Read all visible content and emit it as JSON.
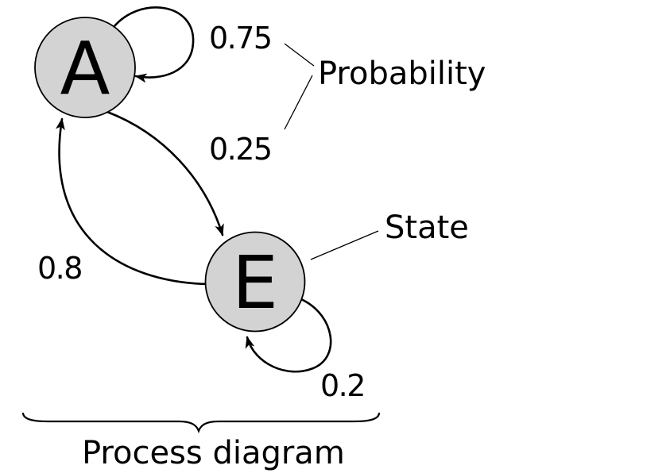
{
  "colors": {
    "background": "#ffffff",
    "node_fill": "#d3d3d3",
    "stroke": "#000000",
    "text": "#000000"
  },
  "diagram": {
    "caption": "Process diagram",
    "annotations": {
      "probability": "Probability",
      "state": "State"
    },
    "nodes": [
      {
        "id": "A",
        "label": "A"
      },
      {
        "id": "E",
        "label": "E"
      }
    ],
    "edges": [
      {
        "from": "A",
        "to": "A",
        "probability": "0.75"
      },
      {
        "from": "A",
        "to": "E",
        "probability": "0.25"
      },
      {
        "from": "E",
        "to": "A",
        "probability": "0.8"
      },
      {
        "from": "E",
        "to": "E",
        "probability": "0.2"
      }
    ]
  }
}
